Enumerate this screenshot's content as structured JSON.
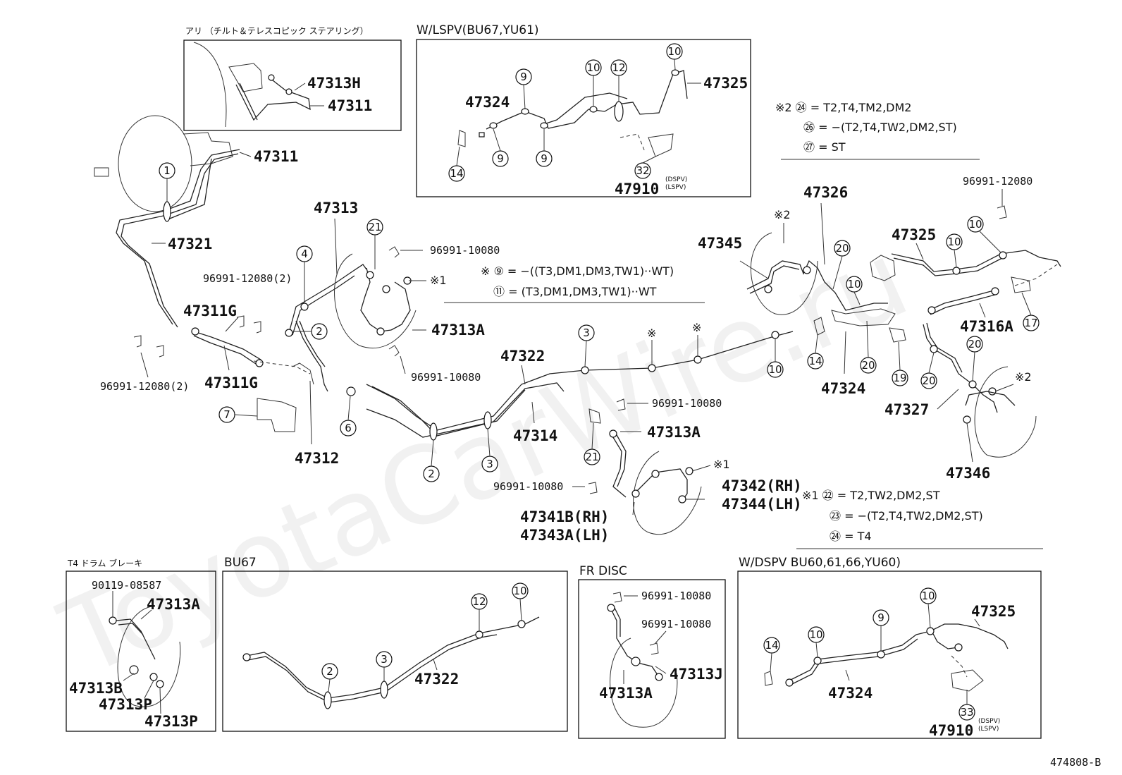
{
  "watermark": "ToyotaCarWire.ru",
  "diagram_code": "474808-B",
  "insets": {
    "tilt_steering": {
      "title": "アリ （チルト＆テレスコピック ステアリング）",
      "parts": [
        "47313H",
        "47311"
      ]
    },
    "lspv": {
      "title": "W/LSPV(BU67,YU61)",
      "parts": [
        "47324",
        "47325",
        "47910"
      ],
      "superscript": [
        "(DSPV)",
        "(LSPV)"
      ],
      "refs": [
        "9",
        "10",
        "12",
        "9",
        "9",
        "14",
        "32",
        "10"
      ]
    },
    "t4_drum": {
      "title": "T4 ドラム ブレーキ",
      "parts": [
        "90119-08587",
        "47313A",
        "47313B",
        "47313P",
        "47313P"
      ]
    },
    "bu67": {
      "title": "BU67",
      "parts": [
        "47322"
      ],
      "refs": [
        "2",
        "3",
        "12",
        "10"
      ]
    },
    "fr_disc": {
      "title": "FR DISC",
      "parts": [
        "96991-10080",
        "96991-10080",
        "47313J",
        "47313A"
      ]
    },
    "dspv": {
      "title": "W/DSPV BU60,61,66,YU60)",
      "parts": [
        "47325",
        "47324",
        "47910"
      ],
      "superscript": [
        "(DSPV)",
        "(LSPV)"
      ],
      "refs": [
        "14",
        "10",
        "9",
        "10",
        "33"
      ]
    }
  },
  "notes": {
    "note2": [
      "※2 ㉔ = T2,T4,TM2,DM2",
      "㉖ = −(T2,T4,TW2,DM2,ST)",
      "㉗ = ST"
    ],
    "note1": [
      "※1 ㉒ = T2,TW2,DM2,ST",
      "㉓ = −(T2,T4,TW2,DM2,ST)",
      "㉔ = T4"
    ],
    "mid_note": [
      "※ ⑨ = −((T3,DM1,DM3,TW1)··WT)",
      "⑪ = (T3,DM1,DM3,TW1)··WT"
    ]
  },
  "main_parts": {
    "p47311": "47311",
    "p47321": "47321",
    "p47313": "47313",
    "p96991_10080_a": "96991-10080",
    "p96991_12080_2a": "96991-12080(2)",
    "p47311G_a": "47311G",
    "p47313A_a": "47313A",
    "p96991_12080_2b": "96991-12080(2)",
    "p47311G_b": "47311G",
    "p96991_10080_b": "96991-10080",
    "p47322": "47322",
    "p47312": "47312",
    "p47314": "47314",
    "p96991_10080_c": "96991-10080",
    "p47313A_b": "47313A",
    "p96991_10080_d": "96991-10080",
    "p47342": "47342(RH)",
    "p47344": "47344(LH)",
    "p47341B": "47341B(RH)",
    "p47343A": "47343A(LH)",
    "p47345": "47345",
    "p47326": "47326",
    "p96991_12080": "96991-12080",
    "p47325": "47325",
    "p47316A": "47316A",
    "p47324": "47324",
    "p47327": "47327",
    "p47346": "47346"
  },
  "star1": "※1",
  "star2": "※2",
  "star": "※"
}
